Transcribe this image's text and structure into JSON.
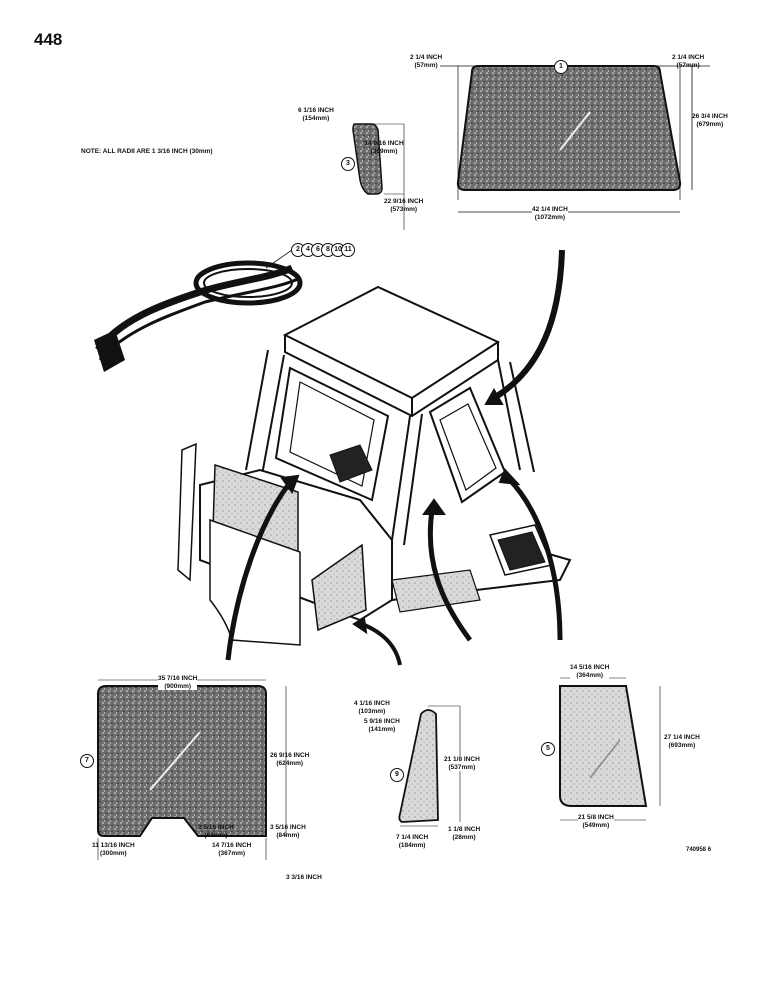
{
  "page_number": "448",
  "note": "NOTE: ALL RADII ARE 1 3/16 INCH (30mm)",
  "reference": "740958 6",
  "bottom_label": "3 3/16 INCH",
  "callouts": {
    "c1": "1",
    "c3": "3",
    "c5": "5",
    "c7": "7",
    "c9": "9",
    "seal": [
      "2",
      "4",
      "6",
      "8",
      "10",
      "11"
    ]
  },
  "top_window": {
    "left_corner": {
      "in": "2 1/4 INCH",
      "mm": "(57mm)"
    },
    "right_corner": {
      "in": "2 1/4 INCH",
      "mm": "(57mm)"
    },
    "height": {
      "in": "26 3/4 INCH",
      "mm": "(679mm)"
    },
    "width": {
      "in": "42 1/4 INCH",
      "mm": "(1072mm)"
    }
  },
  "small_window": {
    "top": {
      "in": "6 1/16 INCH",
      "mm": "(154mm)"
    },
    "upper": {
      "in": "14 9/16 INCH",
      "mm": "(369mm)"
    },
    "height": {
      "in": "22 9/16 INCH",
      "mm": "(573mm)"
    }
  },
  "left_window": {
    "width": {
      "in": "35 7/16 INCH",
      "mm": "(900mm)"
    },
    "height": {
      "in": "26 9/16 INCH",
      "mm": "(624mm)"
    },
    "notch_height": {
      "in": "3 5/16 INCH",
      "mm": "(84mm)"
    },
    "notch_right": {
      "in": "3 5/16 INCH",
      "mm": "(84mm)"
    },
    "left_part": {
      "in": "11 13/16 INCH",
      "mm": "(300mm)"
    },
    "right_part": {
      "in": "14 7/16 INCH",
      "mm": "(367mm)"
    }
  },
  "tri_window": {
    "top": {
      "in": "4 1/16 INCH",
      "mm": "(103mm)"
    },
    "upper": {
      "in": "5 9/16 INCH",
      "mm": "(141mm)"
    },
    "height": {
      "in": "21 1/8 INCH",
      "mm": "(537mm)"
    },
    "bottom": {
      "in": "7 1/4 INCH",
      "mm": "(184mm)"
    },
    "bottom_right": {
      "in": "1 1/8 INCH",
      "mm": "(28mm)"
    }
  },
  "right_window": {
    "top": {
      "in": "14 5/16 INCH",
      "mm": "(364mm)"
    },
    "height": {
      "in": "27 1/4 INCH",
      "mm": "(693mm)"
    },
    "bottom": {
      "in": "21 5/8 INCH",
      "mm": "(549mm)"
    }
  }
}
